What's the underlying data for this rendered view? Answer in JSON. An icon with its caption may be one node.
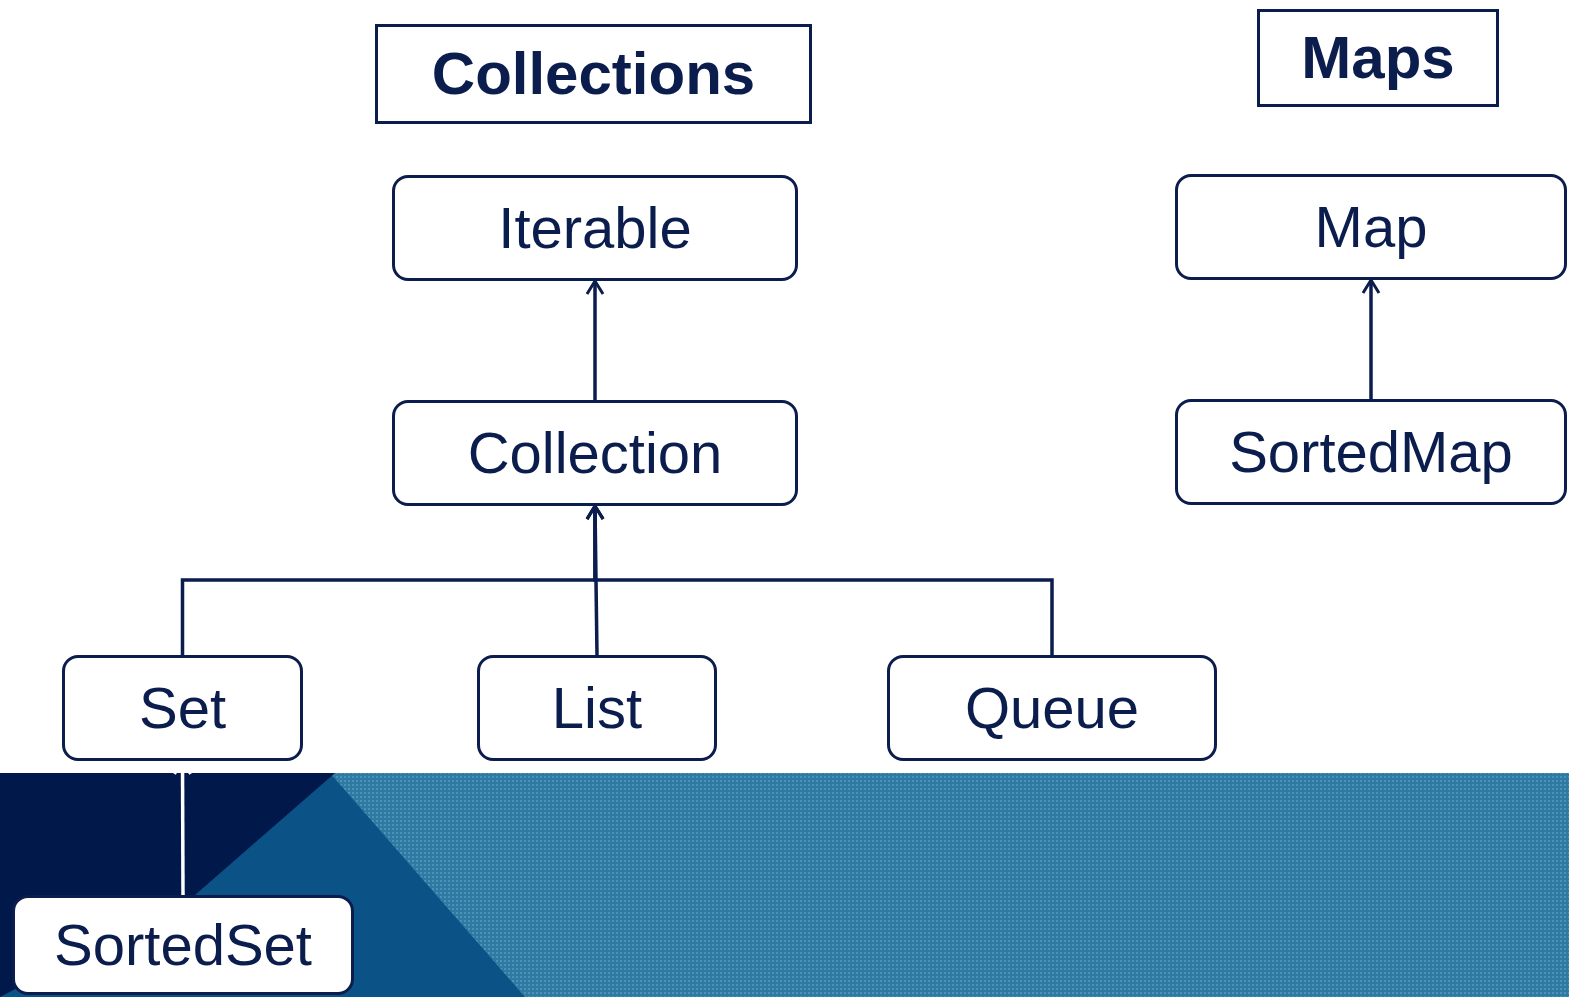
{
  "diagram": {
    "nodes": [
      {
        "text": [
          "Collections"
        ]
      },
      {
        "text": [
          "Maps"
        ]
      },
      {
        "text": [
          "Iterable"
        ]
      },
      {
        "text": [
          "Map"
        ]
      },
      {
        "text": [
          "Collection"
        ]
      },
      {
        "text": [
          "SortedMap"
        ]
      },
      {
        "text": [
          "Set"
        ]
      },
      {
        "text": [
          "List"
        ]
      },
      {
        "text": [
          "Queue"
        ]
      },
      {
        "text": [
          "SortedSet"
        ]
      }
    ],
    "edges": [
      {
        "from": 4,
        "to": 2,
        "arrow": "to"
      },
      {
        "from": 5,
        "to": 3,
        "arrow": "to"
      },
      {
        "from": 6,
        "to": 4,
        "arrow": "to"
      },
      {
        "from": 7,
        "to": 4,
        "arrow": "to"
      },
      {
        "from": 8,
        "to": 4,
        "arrow": "to"
      },
      {
        "from": 9,
        "to": 6,
        "arrow": "to",
        "color": "#ffffff"
      }
    ]
  }
}
